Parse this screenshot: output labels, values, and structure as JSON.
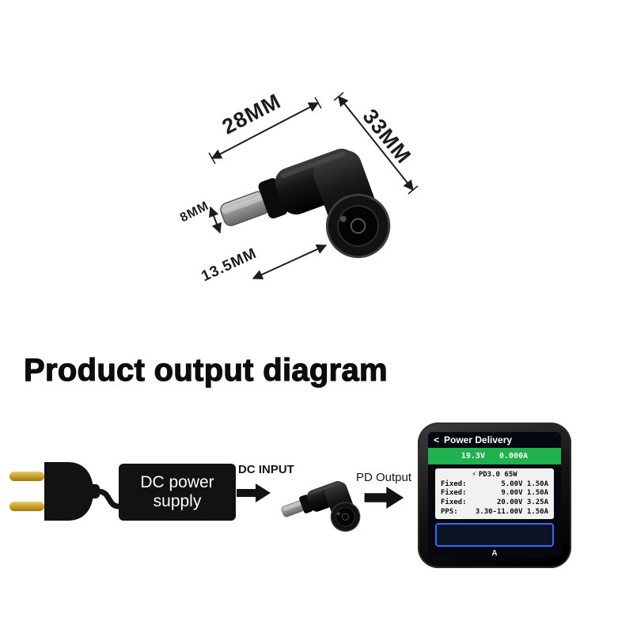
{
  "dimensions": {
    "top": "28MM",
    "side": "33MM",
    "plug": "8MM",
    "jack": "13.5MM"
  },
  "heading": "Product output diagram",
  "flow": {
    "supply_line1": "DC power",
    "supply_line2": "supply",
    "dc_input": "DC INPUT",
    "pd_output": "PD Output"
  },
  "meter": {
    "back": "<",
    "title": "Power Delivery",
    "live_voltage": "19.3V",
    "live_current": "0.000A",
    "pd_flash": "⚡",
    "pd_header": "PD3.0 65W",
    "rows": [
      {
        "label": "Fixed:",
        "value": "5.00V 1.50A"
      },
      {
        "label": "Fixed:",
        "value": "9.00V 1.50A"
      },
      {
        "label": "Fixed:",
        "value": "20.00V 3.25A"
      },
      {
        "label": "PPS:",
        "value": "3.30-11.00V 1.50A"
      }
    ],
    "bottom_label": "A"
  },
  "colors": {
    "accent_green": "#1fb24e",
    "accent_blue": "#2f6bff",
    "body_black": "#111111",
    "pin_gold": "#d4af37"
  }
}
